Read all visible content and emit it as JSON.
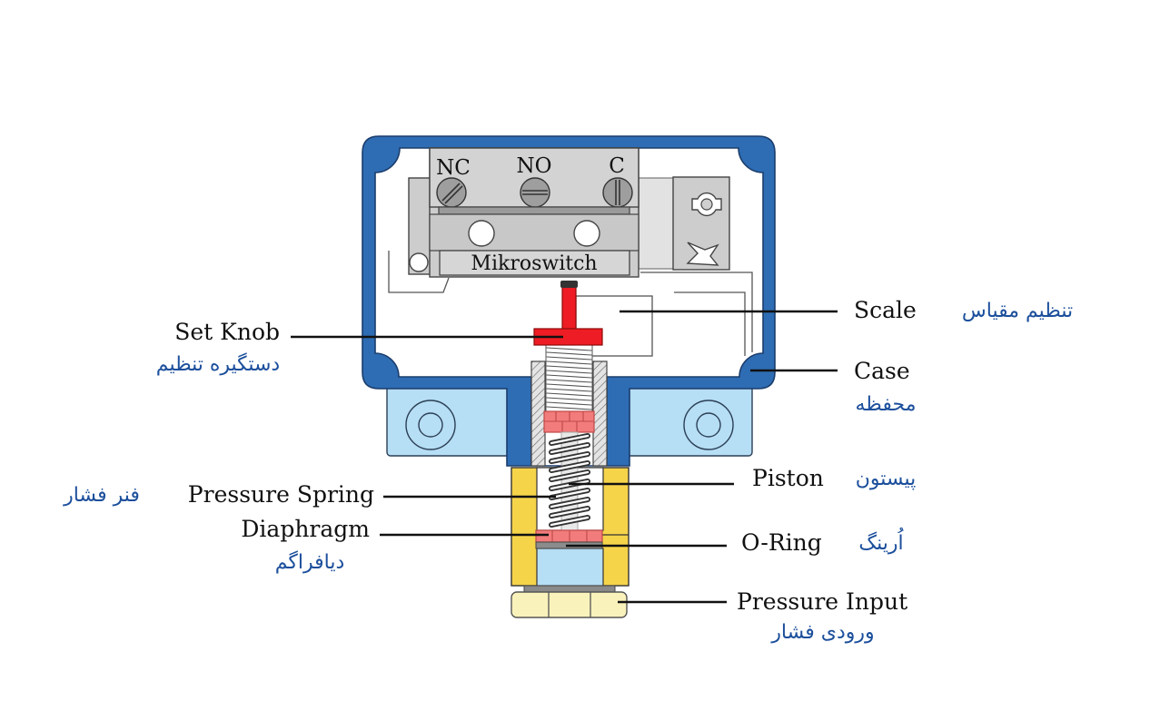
{
  "diagram": {
    "switch": {
      "terminals": [
        "NC",
        "NO",
        "C"
      ],
      "label": "Mikroswitch"
    },
    "labels": {
      "set_knob": {
        "en": "Set Knob",
        "fa": "دستگیره تنظیم"
      },
      "scale": {
        "en": "Scale",
        "fa": "تنظیم مقیاس"
      },
      "case": {
        "en": "Case",
        "fa": "محفظه"
      },
      "pressure_spring": {
        "en": "Pressure Spring",
        "fa": "فنر فشار"
      },
      "piston": {
        "en": "Piston",
        "fa": "پیستون"
      },
      "diaphragm": {
        "en": "Diaphragm",
        "fa": "دیافراگم"
      },
      "o_ring": {
        "en": "O-Ring",
        "fa": "اُرینگ"
      },
      "pressure_input": {
        "en": "Pressure Input",
        "fa": "ورودی فشار"
      }
    }
  },
  "colors": {
    "case_blue": "#2e6db4",
    "case_outline": "#1b3d6c",
    "flange_blue": "#b6def4",
    "switch_gray": "#cdcdcd",
    "knob_red": "#ee1c24",
    "piston_pink": "#f27b7b",
    "body_yellow": "#f6d44a",
    "nut_yellow": "#faf2bb",
    "label_blue": "#1c4f9c"
  }
}
